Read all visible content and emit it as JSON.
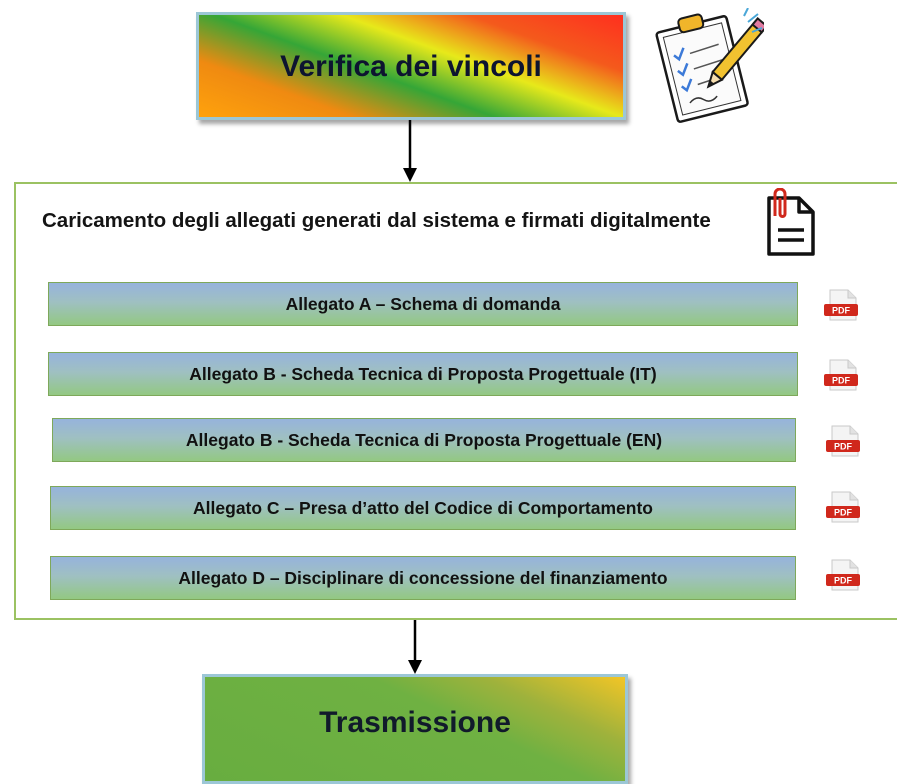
{
  "top_box": {
    "label": "Verifica dei vincoli"
  },
  "panel": {
    "title": "Caricamento degli allegati generati dal sistema e firmati digitalmente",
    "attachments": [
      {
        "label": "Allegato A – Schema di domanda",
        "icon_text": "PDF"
      },
      {
        "label": "Allegato B -  Scheda Tecnica di Proposta Progettuale (IT)",
        "icon_text": "PDF"
      },
      {
        "label": "Allegato B -  Scheda Tecnica di Proposta Progettuale (EN)",
        "icon_text": "PDF"
      },
      {
        "label": "Allegato C – Presa d’atto del Codice di Comportamento",
        "icon_text": "PDF"
      },
      {
        "label": "Allegato D – Disciplinare di concessione del finanziamento",
        "icon_text": "PDF"
      }
    ]
  },
  "bottom_box": {
    "label": "Trasmissione"
  },
  "colors": {
    "panel_border": "#9bc262",
    "pdf_red": "#d0281c",
    "row_gradient_top": "#96b3dc",
    "row_gradient_bottom": "#93c882"
  }
}
